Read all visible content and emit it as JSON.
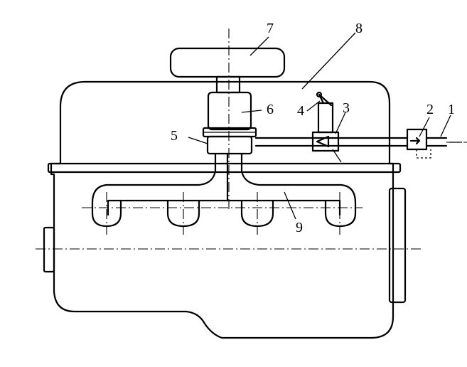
{
  "diagram": {
    "labels": {
      "l1": "1",
      "l2": "2",
      "l3": "3",
      "l4": "4",
      "l5": "5",
      "l6": "6",
      "l7": "7",
      "l8": "8",
      "l9": "9"
    }
  }
}
